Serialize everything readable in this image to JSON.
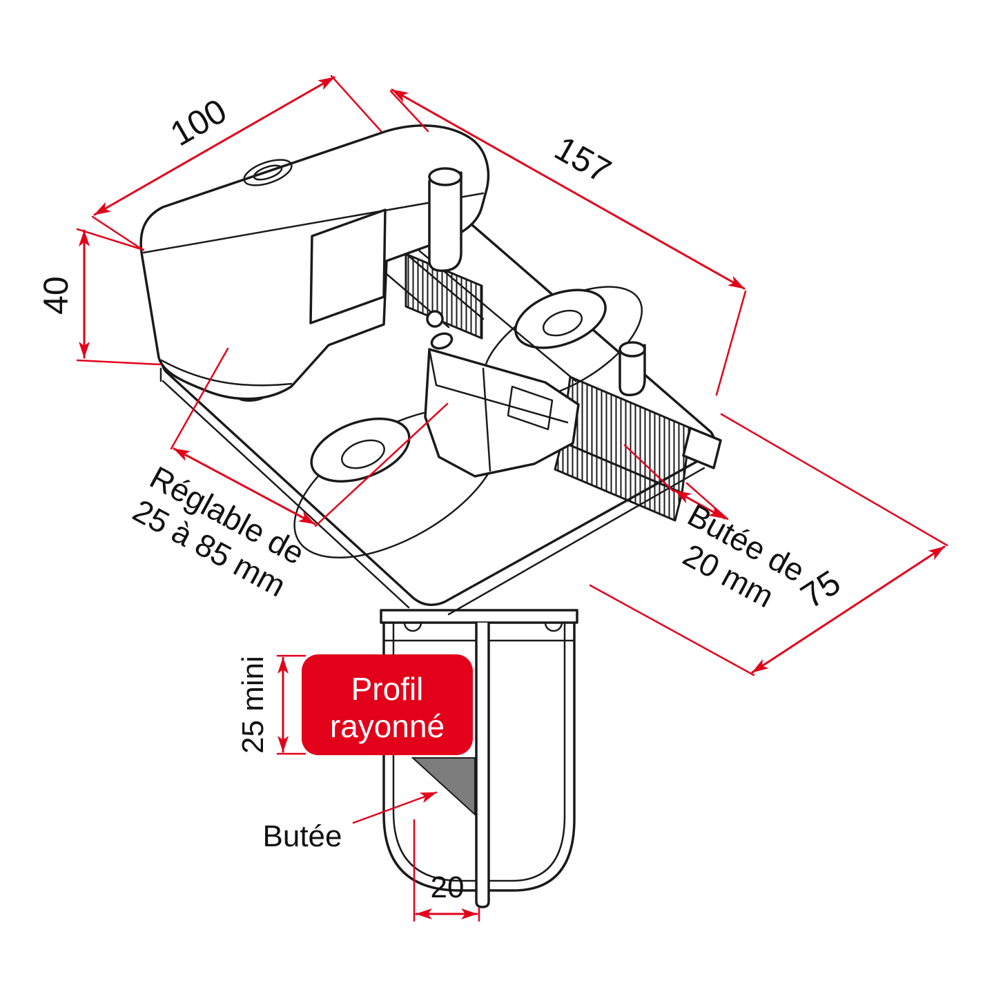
{
  "colors": {
    "dim_red": "#e2001a",
    "line_black": "#1a1a1a",
    "badge_bg": "#e2001a",
    "badge_text": "#ffffff",
    "stop_gray": "#7d7d7d"
  },
  "isometric_view": {
    "dim_width_mm": "100",
    "dim_length_mm": "157",
    "dim_height_mm": "40",
    "dim_depth_mm": "75",
    "adjustable_label_line1": "Réglable de",
    "adjustable_label_line2": "25 à 85 mm",
    "stop_label_line1": "Butée de",
    "stop_label_line2": "20 mm"
  },
  "section_view": {
    "badge_line1": "Profil",
    "badge_line2": "rayonné",
    "min_profile_label": "25 mini",
    "stop_label": "Butée",
    "stop_width_mm": "20"
  }
}
